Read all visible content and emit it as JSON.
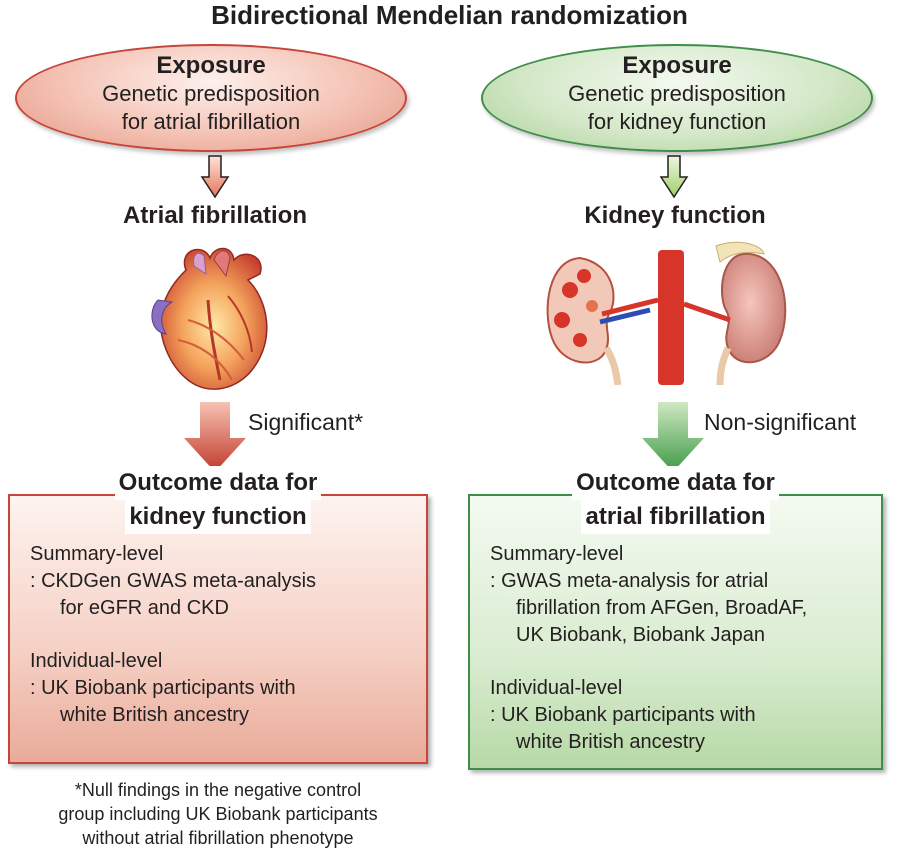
{
  "title": "Bidirectional Mendelian randomization",
  "left": {
    "exposure_heading": "Exposure",
    "exposure_line1": "Genetic predisposition",
    "exposure_line2": "for atrial fibrillation",
    "trait_label": "Atrial fibrillation",
    "significance": "Significant*",
    "outcome_line1": "Outcome data for",
    "outcome_line2": "kidney function",
    "summary_heading": "Summary-level",
    "summary_line1": ":  CKDGen GWAS meta-analysis",
    "summary_line2": "for eGFR and CKD",
    "individual_heading": "Individual-level",
    "individual_line1": ":    UK Biobank participants with",
    "individual_line2": "white British ancestry",
    "color": "#c6453a"
  },
  "right": {
    "exposure_heading": "Exposure",
    "exposure_line1": "Genetic predisposition",
    "exposure_line2": "for kidney function",
    "trait_label": "Kidney function",
    "significance": "Non-significant",
    "outcome_line1": "Outcome data for",
    "outcome_line2": "atrial fibrillation",
    "summary_heading": "Summary-level",
    "summary_line1": ":  GWAS meta-analysis for atrial",
    "summary_line2": "fibrillation from AFGen, BroadAF,",
    "summary_line3": "UK Biobank, Biobank Japan",
    "individual_heading": "Individual-level",
    "individual_line1": ":    UK Biobank participants with",
    "individual_line2": "white British ancestry",
    "color": "#3e8e49"
  },
  "footnote": {
    "line1": "*Null findings in the negative control",
    "line2": "group including UK Biobank participants",
    "line3": "without atrial fibrillation phenotype"
  },
  "icons": {
    "heart": "heart-illustration",
    "kidney": "kidney-illustration"
  }
}
